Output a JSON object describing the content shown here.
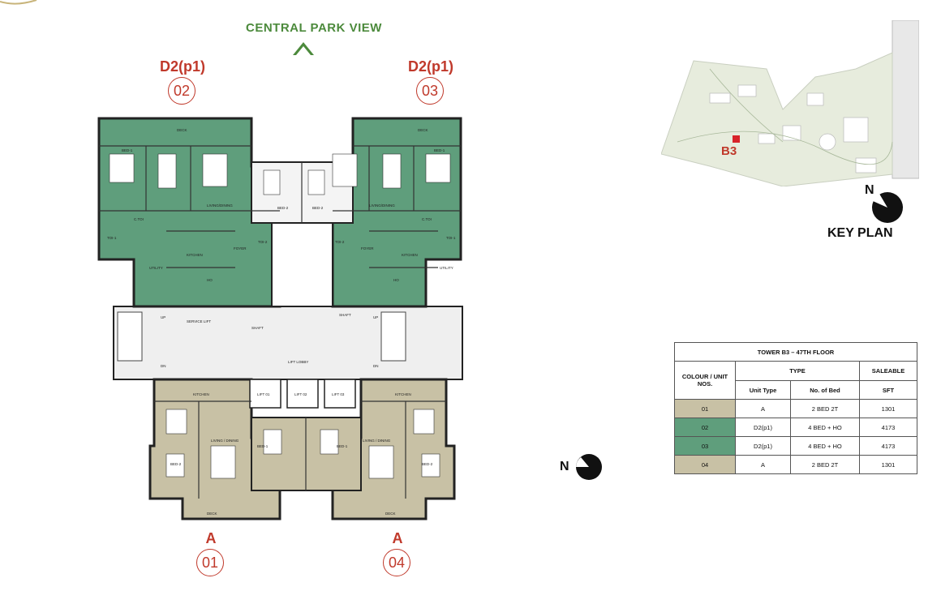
{
  "view_label": "CENTRAL PARK VIEW",
  "units_top": [
    {
      "type": "D2(p1)",
      "no": "02"
    },
    {
      "type": "D2(p1)",
      "no": "03"
    }
  ],
  "units_bottom": [
    {
      "type": "A",
      "no": "01"
    },
    {
      "type": "A",
      "no": "04"
    }
  ],
  "floorplan_labels": {
    "bed1": "BED-1",
    "bed2": "BED-2",
    "living": "LIVING/DINING",
    "living2": "LIVING / DINING",
    "kitchen": "KITCHEN",
    "deck": "DECK",
    "lift_lobby": "LIFT LOBBY",
    "lift01": "LIFT 01",
    "lift02": "LIFT 02",
    "lift03": "LIFT 03",
    "service_lift": "SERVICE LIFT",
    "shaft": "SHAFT",
    "foyer": "FOYER",
    "utility": "UTILITY",
    "toi": "TOI-1",
    "toi2": "TOI-2",
    "ctoi": "C.TOI",
    "up": "UP",
    "dn": "DN",
    "ho": "HO"
  },
  "key_plan": {
    "label": "KEY PLAN",
    "tower_label": "B3",
    "north": "N"
  },
  "compass_main": "N",
  "area_table": {
    "title": "TOWER B3 – 47TH FLOOR",
    "col_unit": "COLOUR / UNIT NOS.",
    "col_type": "TYPE",
    "col_saleable": "SALEABLE",
    "sub_unit_type": "Unit Type",
    "sub_beds": "No. of Bed",
    "sub_sft": "SFT",
    "rows": [
      {
        "no": "01",
        "unit_type": "A",
        "beds": "2 BED  2T",
        "sft": "1301",
        "colour": "#c8c1a5"
      },
      {
        "no": "02",
        "unit_type": "D2(p1)",
        "beds": "4 BED + HO",
        "sft": "4173",
        "colour": "#5f9e7c"
      },
      {
        "no": "03",
        "unit_type": "D2(p1)",
        "beds": "4 BED + HO",
        "sft": "4173",
        "colour": "#5f9e7c"
      },
      {
        "no": "04",
        "unit_type": "A",
        "beds": "2 BED  2T",
        "sft": "1301",
        "colour": "#c8c1a5"
      }
    ]
  },
  "colors": {
    "green_unit": "#5f9e7c",
    "beige_unit": "#c8c1a5",
    "accent_red": "#c0392b",
    "view_green": "#4c8a3c"
  }
}
